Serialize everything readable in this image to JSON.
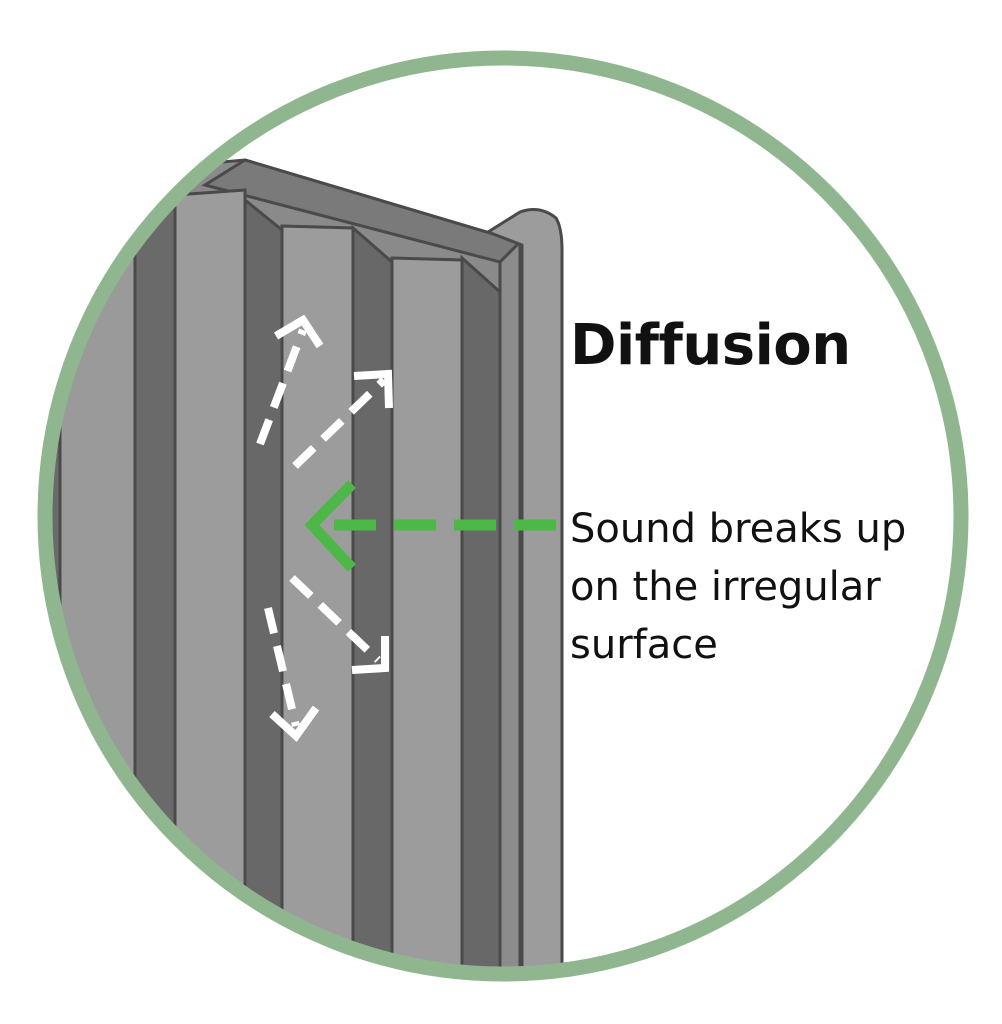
{
  "title": "Diffusion",
  "caption": {
    "line1": "Sound breaks up",
    "line2": "on the irregular",
    "line3": "surface"
  },
  "colors": {
    "ring": "#8fb68e",
    "panel_light": "#9a9a9a",
    "panel_mid": "#8a8a8a",
    "panel_dark": "#6a6a6a",
    "outline": "#4a4a4a",
    "incoming_arrow": "#4db848",
    "reflected_arrows": "#ffffff"
  },
  "icons": {
    "incoming": "dashed-arrow-left-icon",
    "reflected": "dashed-arrow-scatter-icon"
  }
}
